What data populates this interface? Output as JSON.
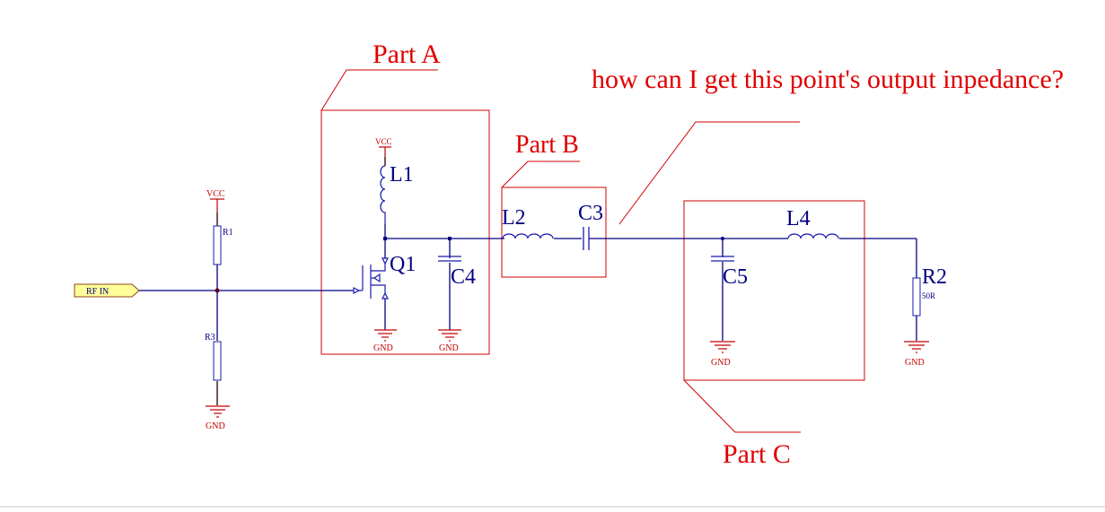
{
  "colors": {
    "wire": "#000080",
    "component": "#1a1ab0",
    "annotation": "#e00000",
    "power": "#c00000",
    "port_fill": "#ffff99",
    "port_stroke": "#8b4513",
    "junction": "#000060",
    "ground_wire": "#600000"
  },
  "annotations": {
    "part_a": "Part A",
    "part_b": "Part B",
    "part_c": "Part C",
    "question": "how can I get this point's output inpedance?"
  },
  "port": {
    "label": "RF IN"
  },
  "power": {
    "vcc_bias": "VCC",
    "vcc_drain": "VCC",
    "gnd_r3": "GND",
    "gnd_q1": "GND",
    "gnd_c4": "GND",
    "gnd_c5": "GND",
    "gnd_r2": "GND"
  },
  "components": {
    "r1": {
      "ref": "R1"
    },
    "r3": {
      "ref": "R3"
    },
    "l1": {
      "ref": "L1"
    },
    "q1": {
      "ref": "Q1"
    },
    "c4": {
      "ref": "C4"
    },
    "l2": {
      "ref": "L2"
    },
    "c3": {
      "ref": "C3"
    },
    "c5": {
      "ref": "C5"
    },
    "l4": {
      "ref": "L4"
    },
    "r2": {
      "ref": "R2",
      "value": "50R"
    }
  }
}
